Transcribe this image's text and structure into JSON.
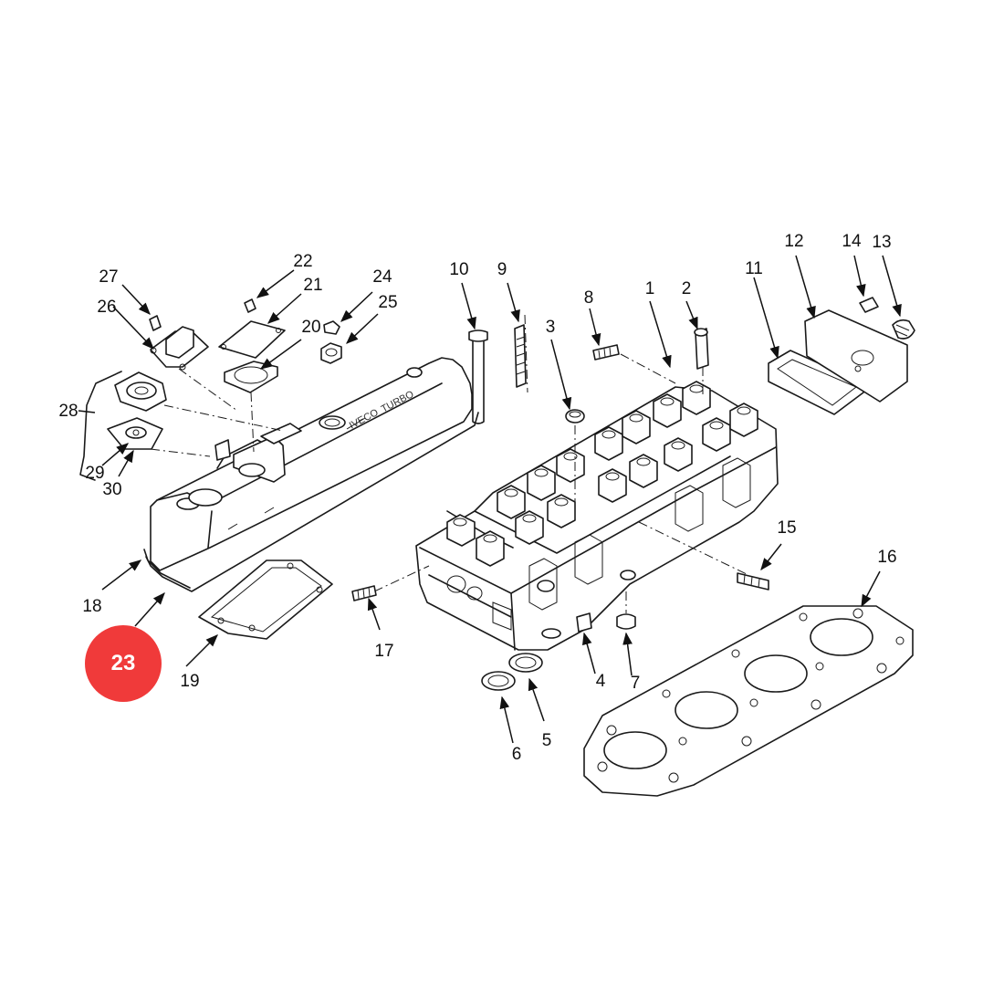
{
  "badge": {
    "label": "23",
    "color": "#f03a3a"
  },
  "callouts": [
    {
      "id": "1",
      "label": "1"
    },
    {
      "id": "2",
      "label": "2"
    },
    {
      "id": "3",
      "label": "3"
    },
    {
      "id": "4",
      "label": "4"
    },
    {
      "id": "5",
      "label": "5"
    },
    {
      "id": "6",
      "label": "6"
    },
    {
      "id": "7",
      "label": "7"
    },
    {
      "id": "8",
      "label": "8"
    },
    {
      "id": "9",
      "label": "9"
    },
    {
      "id": "10",
      "label": "10"
    },
    {
      "id": "11",
      "label": "11"
    },
    {
      "id": "12",
      "label": "12"
    },
    {
      "id": "13",
      "label": "13"
    },
    {
      "id": "14",
      "label": "14"
    },
    {
      "id": "15",
      "label": "15"
    },
    {
      "id": "16",
      "label": "16"
    },
    {
      "id": "17",
      "label": "17"
    },
    {
      "id": "18",
      "label": "18"
    },
    {
      "id": "19",
      "label": "19"
    },
    {
      "id": "20",
      "label": "20"
    },
    {
      "id": "21",
      "label": "21"
    },
    {
      "id": "22",
      "label": "22"
    },
    {
      "id": "24",
      "label": "24"
    },
    {
      "id": "25",
      "label": "25"
    },
    {
      "id": "26",
      "label": "26"
    },
    {
      "id": "27",
      "label": "27"
    },
    {
      "id": "28",
      "label": "28"
    },
    {
      "id": "29",
      "label": "29"
    },
    {
      "id": "30",
      "label": "30"
    }
  ]
}
